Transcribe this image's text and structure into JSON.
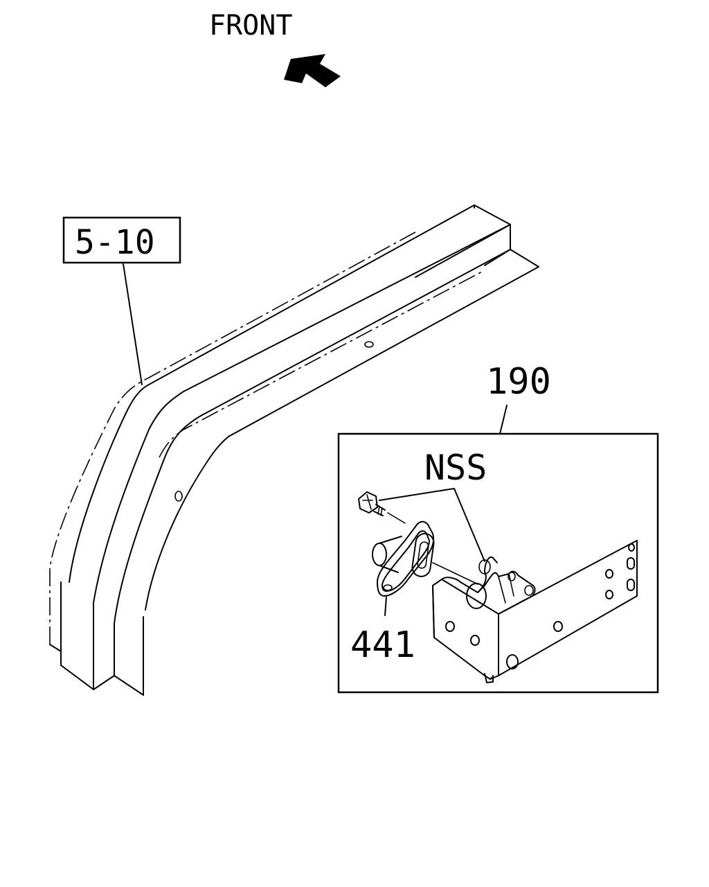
{
  "diagram": {
    "direction_label": "FRONT",
    "reference_box_label": "5-10",
    "callouts": {
      "assembly": "190",
      "not_serviced": "NSS",
      "part": "441"
    },
    "colors": {
      "ink": "#000000",
      "background": "#ffffff"
    },
    "icons": [
      "front-direction-arrow-icon"
    ]
  }
}
